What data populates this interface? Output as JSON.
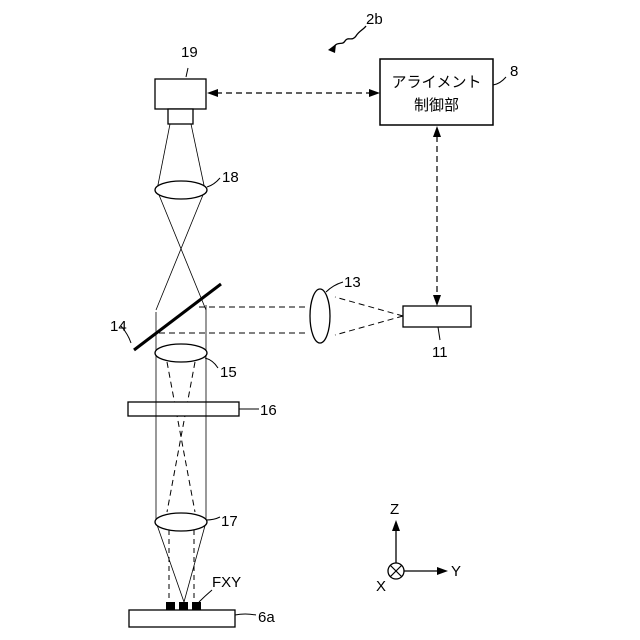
{
  "figure_ref": "2b",
  "controller": {
    "line1": "アライメント",
    "line2": "制御部",
    "ref": "8"
  },
  "labels": {
    "camera": "19",
    "lens_top": "18",
    "lens_side": "13",
    "mirror": "14",
    "lens_mid": "15",
    "plate": "16",
    "lens_bottom": "17",
    "source": "11",
    "marks": "FXY",
    "stage": "6a"
  },
  "axes": {
    "z": "Z",
    "y": "Y",
    "x": "X"
  }
}
